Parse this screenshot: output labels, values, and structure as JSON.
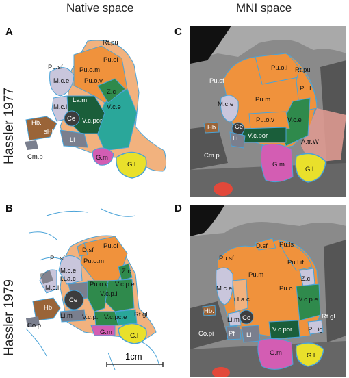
{
  "headers": {
    "native": "Native space",
    "mni": "MNI space"
  },
  "rows": {
    "top": "Hassler 1977",
    "bottom": "Hassler 1979"
  },
  "panels": {
    "A": {
      "letter": "A",
      "labels": [
        "Rt.pu",
        "Pu.sf",
        "Pu.ol",
        "Pu.o.m",
        "Pu.o.v",
        "M.c.e",
        "Z.c",
        "La.m",
        "M.c.i",
        "V.c.e",
        "Ce",
        "V.c.por",
        "Hb.",
        "sHb",
        "Li",
        "G.m",
        "G.l",
        "Cm.p"
      ]
    },
    "B": {
      "letter": "B",
      "labels": [
        "D.sf",
        "Pu.ol",
        "Pu.sf",
        "Pu.o.m",
        "M.c.e",
        "Z.c",
        "i.La.c",
        "Pu.o.v",
        "V.c.p.e",
        "M.c.i",
        "V.c.p.i",
        "Ce",
        "Hb.",
        "Li.m",
        "V.c.p.i",
        "V.c.pc.e",
        "Rt.gl",
        "G.m",
        "Co.p",
        "G.l"
      ]
    },
    "C": {
      "letter": "C",
      "labels": [
        "Pu.o.l",
        "Rt.pu",
        "Pu.sf",
        "Pu.m",
        "Pu.l",
        "M.c.e",
        "Pu.o.v",
        "V.c.e",
        "Hb.",
        "Ce",
        "V.c.por",
        "Li",
        "A.tr.W",
        "Cm.p",
        "G.m",
        "G.l"
      ]
    },
    "D": {
      "letter": "D",
      "labels": [
        "D.sf",
        "Pu.ls",
        "Pu.sf",
        "Pu.l.if",
        "Pu.m",
        "Z.c",
        "M.c.e",
        "Pu.o",
        "i.La.c",
        "V.c.p.e",
        "Hb.",
        "Rt.gl",
        "Li.m",
        "Ce",
        "Co.pi",
        "Pf",
        "Li",
        "V.c.por",
        "Pu.ig",
        "G.m",
        "G.l"
      ]
    }
  },
  "scale_bar": {
    "label": "1cm"
  },
  "colors": {
    "orange": "#f0923c",
    "peach": "#f2b27e",
    "green": "#2f8a4c",
    "teal": "#2aa79a",
    "darkgreen": "#1a5e3a",
    "lavender": "#c9c6dc",
    "grey": "#7a7f8e",
    "darkgrey": "#3d3d3d",
    "brown": "#9a6438",
    "magenta": "#d35db3",
    "yellow": "#e9e02b",
    "outline": "#4aa3d8",
    "red": "#e2483a"
  }
}
